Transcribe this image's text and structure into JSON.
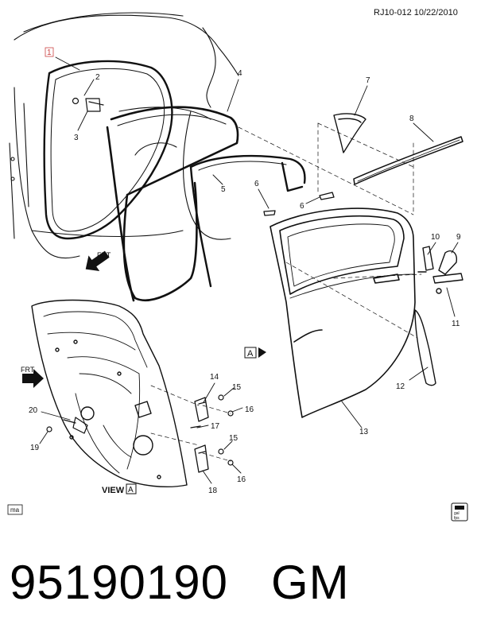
{
  "header": {
    "ref": "RJ10-012  10/22/2010"
  },
  "callouts": {
    "c1": "1",
    "c2": "2",
    "c3": "3",
    "c4": "4",
    "c5": "5",
    "c6a": "6",
    "c6b": "6",
    "c7": "7",
    "c8": "8",
    "c9": "9",
    "c10": "10",
    "c11": "11",
    "c12": "12",
    "c13": "13",
    "c14": "14",
    "c15a": "15",
    "c15b": "15",
    "c16a": "16",
    "c16b": "16",
    "c17": "17",
    "c18": "18",
    "c19": "19",
    "c20": "20"
  },
  "view": {
    "label": "VIEW",
    "letter": "A",
    "marker": "A"
  },
  "front_arrows": {
    "label": "FRT"
  },
  "corner": {
    "ma": "ma",
    "icon_lines": [
      "gal",
      "fps"
    ]
  },
  "footer": {
    "part_number": "95190190",
    "brand": "GM"
  }
}
